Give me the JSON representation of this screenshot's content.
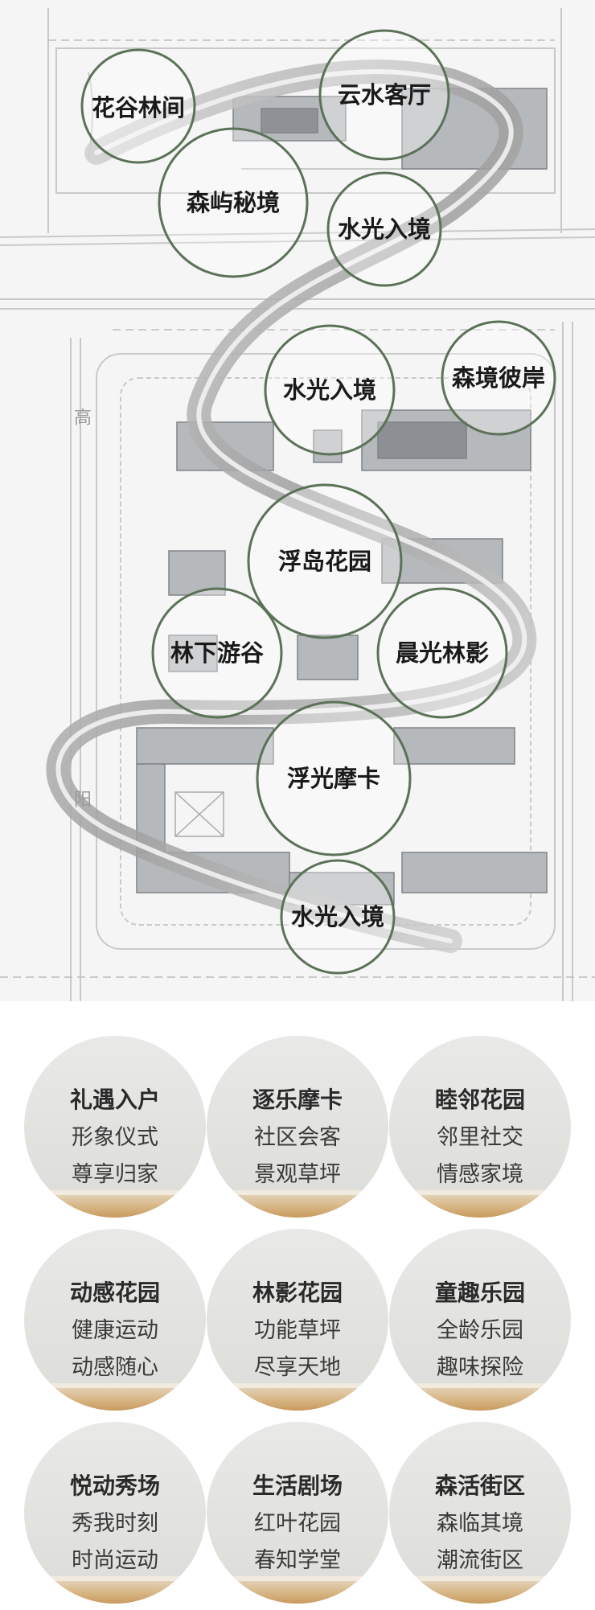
{
  "map": {
    "spots": [
      {
        "id": "huagu",
        "label": "花谷林间"
      },
      {
        "id": "yunshui",
        "label": "云水客厅"
      },
      {
        "id": "senyu",
        "label": "森屿秘境"
      },
      {
        "id": "shuiguang-1",
        "label": "水光入境"
      },
      {
        "id": "shuiguang-2",
        "label": "水光入境"
      },
      {
        "id": "senjing",
        "label": "森境彼岸"
      },
      {
        "id": "fudao",
        "label": "浮岛花园"
      },
      {
        "id": "linxia",
        "label": "林下游谷"
      },
      {
        "id": "chenguang",
        "label": "晨光林影"
      },
      {
        "id": "fuguang",
        "label": "浮光摩卡"
      },
      {
        "id": "shuiguang-3",
        "label": "水光入境"
      }
    ],
    "road_labels": [
      "高",
      "阳"
    ],
    "colors": {
      "ring": "#5c7258",
      "ribbon": "#b8b8b8",
      "building": "#a8abaf",
      "background": "#f5f5f5"
    }
  },
  "cards": [
    {
      "title": "礼遇入户",
      "line1": "形象仪式",
      "line2": "尊享归家"
    },
    {
      "title": "逐乐摩卡",
      "line1": "社区会客",
      "line2": "景观草坪"
    },
    {
      "title": "睦邻花园",
      "line1": "邻里社交",
      "line2": "情感家境"
    },
    {
      "title": "动感花园",
      "line1": "健康运动",
      "line2": "动感随心"
    },
    {
      "title": "林影花园",
      "line1": "功能草坪",
      "line2": "尽享天地"
    },
    {
      "title": "童趣乐园",
      "line1": "全龄乐园",
      "line2": "趣味探险"
    },
    {
      "title": "悦动秀场",
      "line1": "秀我时刻",
      "line2": "时尚运动"
    },
    {
      "title": "生活剧场",
      "line1": "红叶花园",
      "line2": "春知学堂"
    },
    {
      "title": "森活街区",
      "line1": "森临其境",
      "line2": "潮流街区"
    }
  ]
}
